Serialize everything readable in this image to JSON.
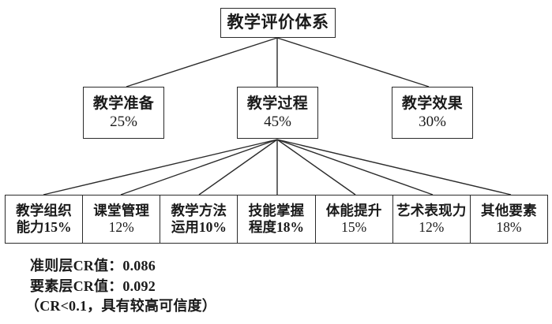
{
  "diagram": {
    "title": "教学评价体系",
    "root": {
      "label": "教学评价体系"
    },
    "criteria": [
      {
        "name": "教学准备",
        "weight": "25%"
      },
      {
        "name": "教学过程",
        "weight": "45%"
      },
      {
        "name": "教学效果",
        "weight": "30%"
      }
    ],
    "factors": [
      {
        "line1": "教学组织",
        "line2": "能力15%",
        "name": "教学组织能力",
        "weight": "15%"
      },
      {
        "line1": "课堂管理",
        "line2": "12%",
        "name": "课堂管理",
        "weight": "12%"
      },
      {
        "line1": "教学方法",
        "line2": "运用10%",
        "name": "教学方法运用",
        "weight": "10%"
      },
      {
        "line1": "技能掌握",
        "line2": "程度18%",
        "name": "技能掌握程度",
        "weight": "18%"
      },
      {
        "line1": "体能提升",
        "line2": "15%",
        "name": "体能提升",
        "weight": "15%"
      },
      {
        "line1": "艺术表现力",
        "line2": "12%",
        "name": "艺术表现力",
        "weight": "12%"
      },
      {
        "line1": "其他要素",
        "line2": "18%",
        "name": "其他要素",
        "weight": "18%"
      }
    ],
    "notes": [
      "准则层CR值：0.086",
      "要素层CR值：0.092",
      "（CR<0.1，具有较高可信度）"
    ],
    "colors": {
      "line": "#2b2b2b",
      "text": "#1a1a1a",
      "background": "#ffffff"
    }
  }
}
